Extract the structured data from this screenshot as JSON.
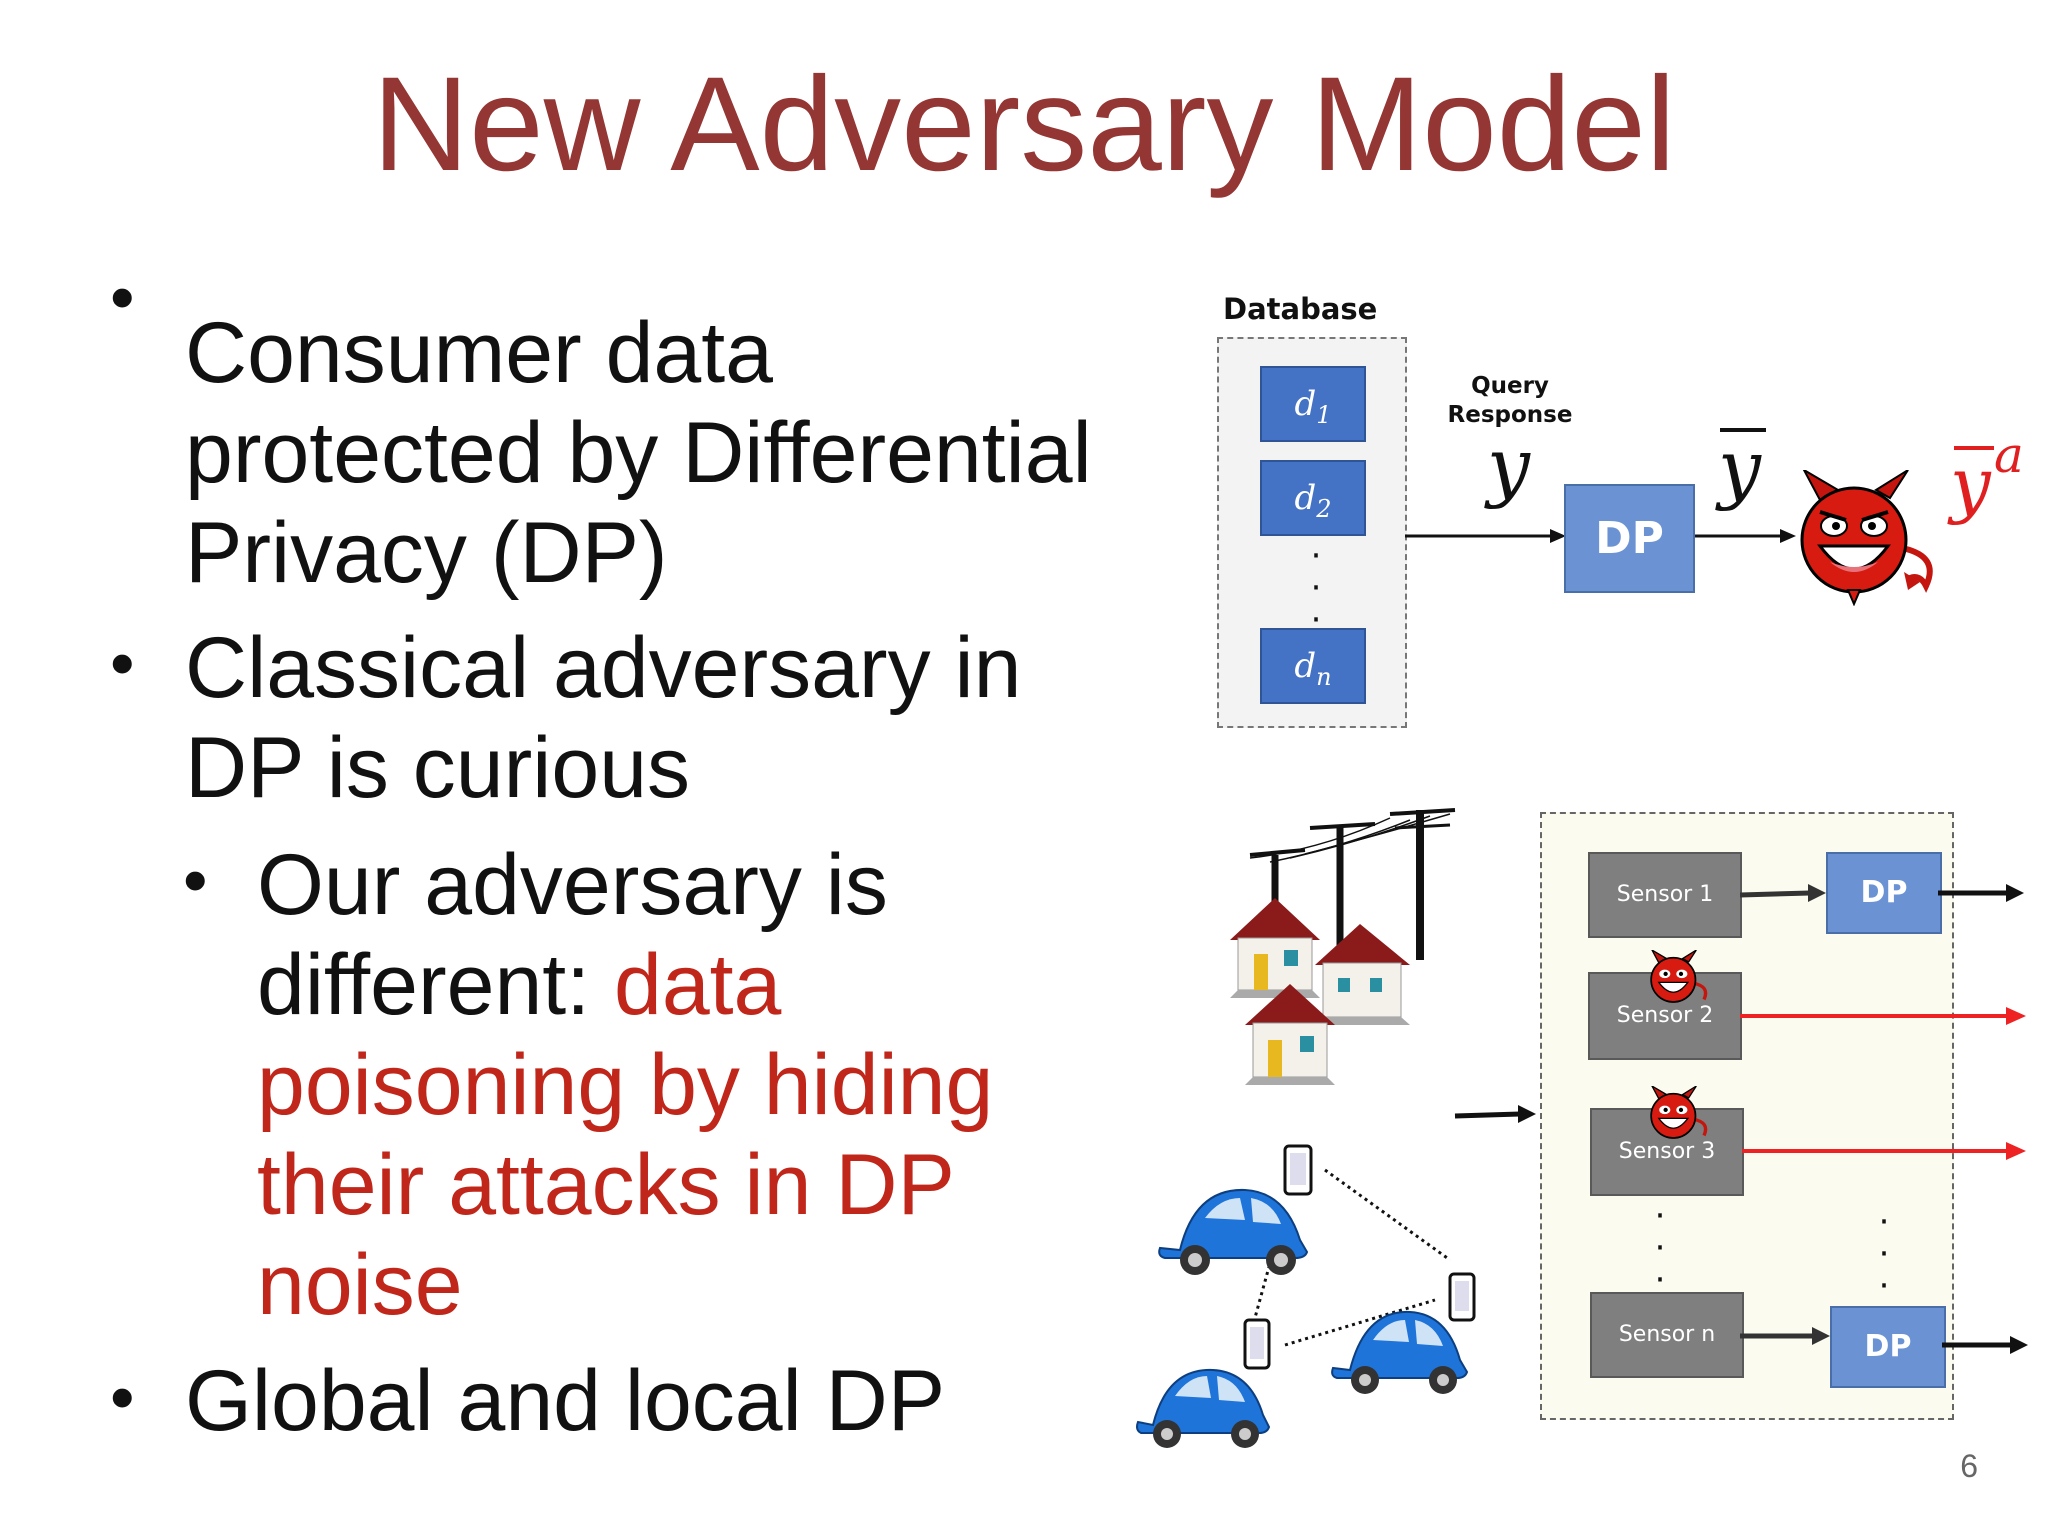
{
  "title": "New Adversary Model",
  "bullets": {
    "b1": [
      "Consumer data",
      "protected by Differential",
      "Privacy (DP)"
    ],
    "b2": [
      "Classical adversary in",
      "DP is curious"
    ],
    "sub1": {
      "line1": "Our adversary is",
      "line2_black": "different: ",
      "line2_red": "data",
      "red_lines": [
        "poisoning by hiding",
        "their attacks in DP",
        "noise"
      ]
    },
    "b3": [
      "Global and local DP"
    ]
  },
  "global_diagram": {
    "database_label": "Database",
    "records": [
      {
        "base": "d",
        "sub": "1"
      },
      {
        "base": "d",
        "sub": "2"
      },
      {
        "base": "d",
        "sub": "n"
      }
    ],
    "query_label_1": "Query",
    "query_label_2": "Response",
    "y": "y",
    "dp_label": "DP",
    "y_bar": "y",
    "y_bar_a": "y",
    "a_superscript": "a"
  },
  "local_diagram": {
    "sensors": [
      "Sensor 1",
      "Sensor 2",
      "Sensor 3",
      "Sensor n"
    ],
    "dp_label": "DP",
    "colors": {
      "honest_arrow": "#111111",
      "attack_arrow": "#ee2222"
    }
  },
  "page_number": "6"
}
